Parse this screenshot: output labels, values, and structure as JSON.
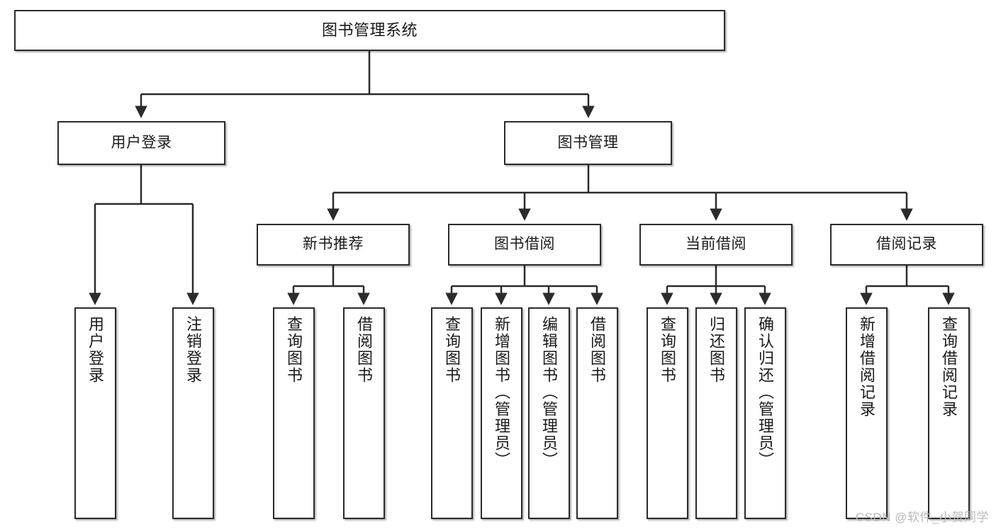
{
  "diagram": {
    "title": "图书管理系统",
    "type": "tree-hierarchy-chart",
    "watermark": "CSDN @软件_小贺同学",
    "colors": {
      "box_stroke": "#2b2b2b",
      "box_fill": "#ffffff",
      "edge": "#2b2b2b",
      "text": "#1a1a1a",
      "watermark": "#b9b9b9",
      "background": "#ffffff"
    },
    "nodes": {
      "root": {
        "label": "图书管理系统"
      },
      "level2": [
        {
          "id": "user-login",
          "label": "用户登录"
        },
        {
          "id": "book-management",
          "label": "图书管理"
        }
      ],
      "level3": [
        {
          "id": "new-book-recommend",
          "label": "新书推荐"
        },
        {
          "id": "book-borrow",
          "label": "图书借阅"
        },
        {
          "id": "current-borrow",
          "label": "当前借阅"
        },
        {
          "id": "borrow-record",
          "label": "借阅记录"
        }
      ],
      "leaves": {
        "user_login": [
          {
            "id": "leaf-user-login",
            "label": "用户登录"
          },
          {
            "id": "leaf-logout-login",
            "label": "注销登录"
          }
        ],
        "new_book_recommend": [
          {
            "id": "leaf-query-book-1",
            "label": "查询图书"
          },
          {
            "id": "leaf-borrow-book-1",
            "label": "借阅图书"
          }
        ],
        "book_borrow": [
          {
            "id": "leaf-query-book-2",
            "label": "查询图书"
          },
          {
            "id": "leaf-add-book",
            "label": "新增图书（管理员）"
          },
          {
            "id": "leaf-edit-book",
            "label": "编辑图书（管理员）"
          },
          {
            "id": "leaf-borrow-book-2",
            "label": "借阅图书"
          }
        ],
        "current_borrow": [
          {
            "id": "leaf-query-book-3",
            "label": "查询图书"
          },
          {
            "id": "leaf-return-book",
            "label": "归还图书"
          },
          {
            "id": "leaf-confirm-return",
            "label": "确认归还（管理员）"
          }
        ],
        "borrow_record": [
          {
            "id": "leaf-add-borrow-record",
            "label": "新增借阅记录"
          },
          {
            "id": "leaf-query-borrow-record",
            "label": "查询借阅记录"
          }
        ]
      }
    }
  }
}
